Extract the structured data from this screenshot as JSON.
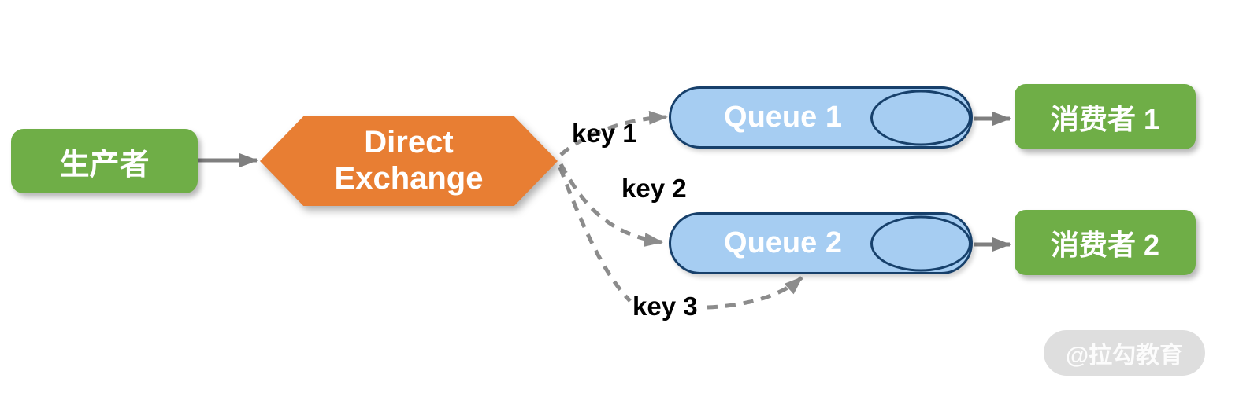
{
  "diagram": {
    "producer": {
      "label": "生产者"
    },
    "exchange": {
      "line1": "Direct",
      "line2": "Exchange"
    },
    "keys": [
      {
        "label": "key 1"
      },
      {
        "label": "key 2"
      },
      {
        "label": "key 3"
      }
    ],
    "queues": [
      {
        "label": "Queue 1"
      },
      {
        "label": "Queue 2"
      }
    ],
    "consumers": [
      {
        "label": "消费者 1"
      },
      {
        "label": "消费者 2"
      }
    ],
    "watermark": {
      "label": "@拉勾教育"
    },
    "colors": {
      "producer_green": "#6FAE47",
      "exchange_orange": "#E87E33",
      "queue_fill": "#A6CDF2",
      "queue_border": "#17406B",
      "arrow_gray": "#7F7F7F",
      "dashed_gray": "#8C8C8C",
      "label_black": "#000000",
      "watermark_bg": "#D9D9D9"
    }
  }
}
